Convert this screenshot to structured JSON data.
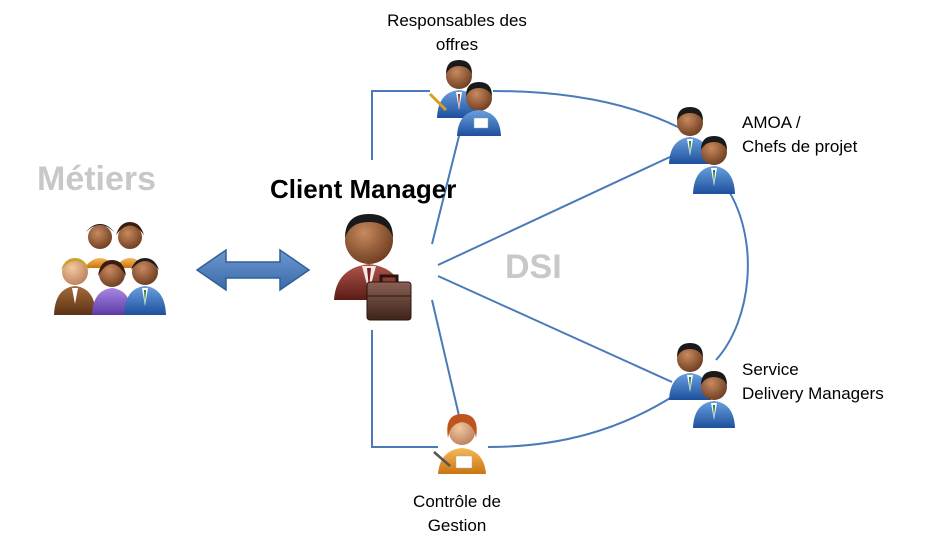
{
  "labels": {
    "metiers": "Métiers",
    "client_manager": "Client Manager",
    "dsi": "DSI",
    "responsables_line1": "Responsables des",
    "responsables_line2": "offres",
    "amoa_line1": "AMOA  /",
    "amoa_line2": "Chefs de projet",
    "service_line1": "Service",
    "service_line2": "Delivery Managers",
    "controle_line1": "Contrôle de",
    "controle_line2": "Gestion"
  },
  "colors": {
    "connector": "#4a7ab8",
    "arrow_fill": "#4f81bd",
    "arrow_stroke": "#2f5f96",
    "grey_text": "#c8c8c8"
  },
  "icons": {
    "metiers_group": "people-group-icon",
    "client_manager": "businessman-briefcase-icon",
    "responsables": "business-pair-icon",
    "amoa": "business-pair-icon",
    "service_delivery": "business-pair-icon",
    "controle": "businesswoman-icon"
  }
}
